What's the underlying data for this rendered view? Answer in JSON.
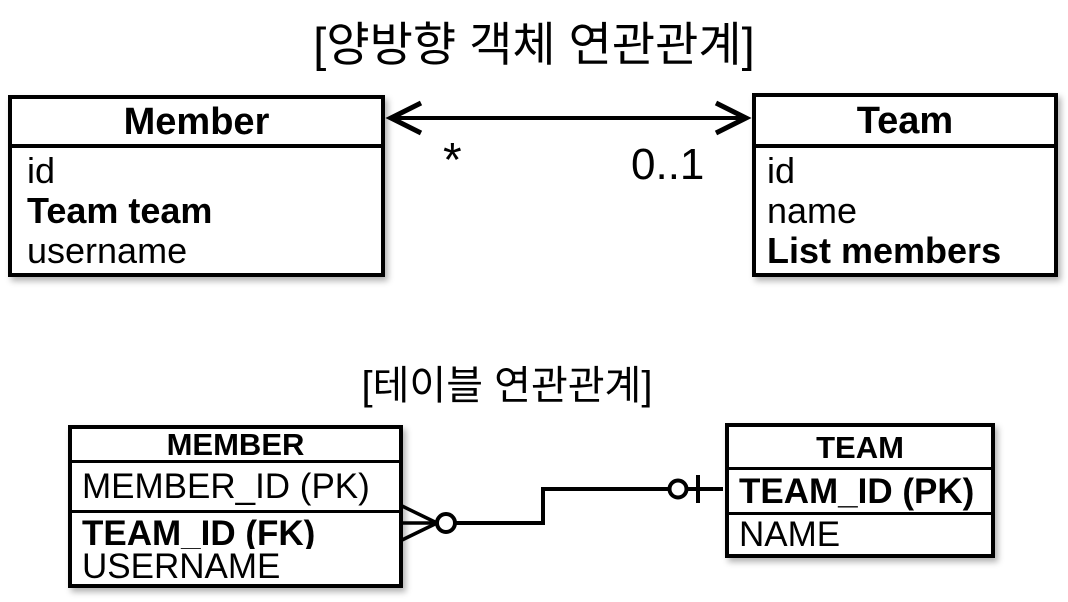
{
  "object_diagram": {
    "title": "[양방향 객체 연관관계]",
    "member_class": {
      "name": "Member",
      "fields": [
        "id",
        "Team team",
        "username"
      ]
    },
    "team_class": {
      "name": "Team",
      "fields": [
        "id",
        "name",
        "List members"
      ]
    },
    "association": {
      "left_multiplicity": "*",
      "right_multiplicity": "0..1"
    }
  },
  "table_diagram": {
    "title": "[테이블 연관관계]",
    "member_table": {
      "name": "MEMBER",
      "pk_row": "MEMBER_ID (PK)",
      "fk_row": "TEAM_ID (FK)",
      "other_row": "USERNAME"
    },
    "team_table": {
      "name": "TEAM",
      "pk_row": "TEAM_ID (PK)",
      "other_row": "NAME"
    }
  },
  "colors": {
    "line": "#000000",
    "background": "#ffffff",
    "box_fill": "#ffffff"
  }
}
